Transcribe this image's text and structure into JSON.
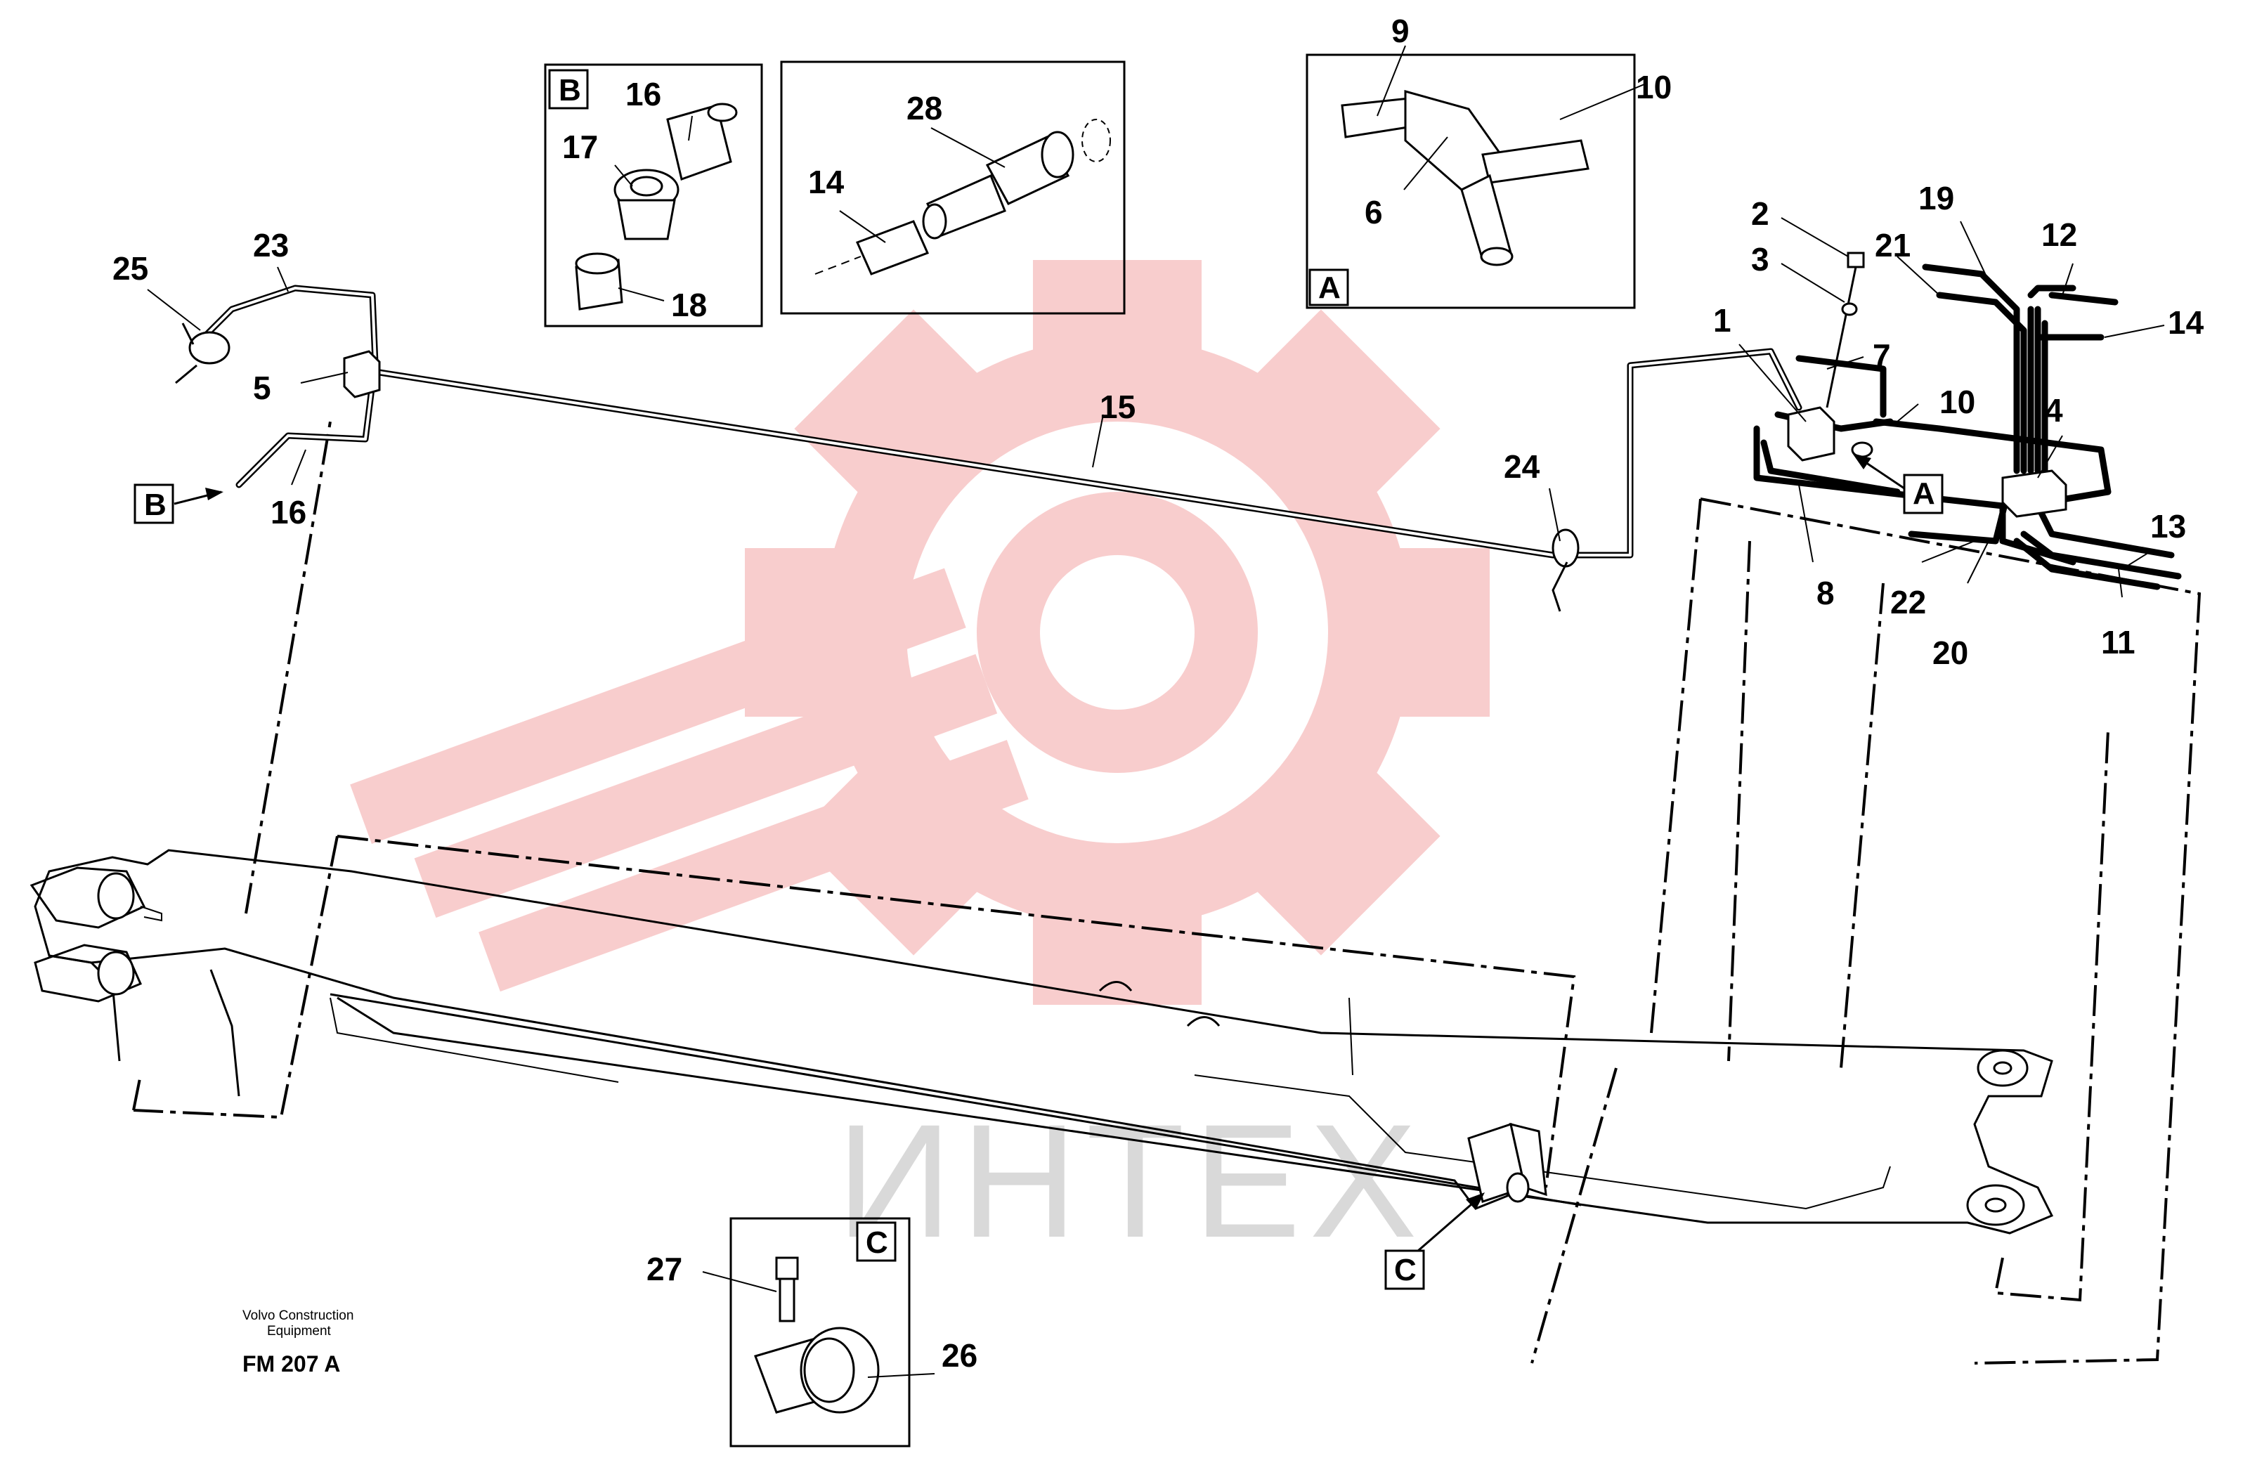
{
  "diagram": {
    "callouts": [
      {
        "id": "1",
        "text": "1"
      },
      {
        "id": "2",
        "text": "2"
      },
      {
        "id": "3",
        "text": "3"
      },
      {
        "id": "4",
        "text": "4"
      },
      {
        "id": "5",
        "text": "5"
      },
      {
        "id": "6",
        "text": "6"
      },
      {
        "id": "7",
        "text": "7"
      },
      {
        "id": "8",
        "text": "8"
      },
      {
        "id": "9",
        "text": "9"
      },
      {
        "id": "10a",
        "text": "10"
      },
      {
        "id": "10b",
        "text": "10"
      },
      {
        "id": "11",
        "text": "11"
      },
      {
        "id": "12",
        "text": "12"
      },
      {
        "id": "13",
        "text": "13"
      },
      {
        "id": "14a",
        "text": "14"
      },
      {
        "id": "14b",
        "text": "14"
      },
      {
        "id": "15",
        "text": "15"
      },
      {
        "id": "16a",
        "text": "16"
      },
      {
        "id": "16b",
        "text": "16"
      },
      {
        "id": "17",
        "text": "17"
      },
      {
        "id": "18",
        "text": "18"
      },
      {
        "id": "19",
        "text": "19"
      },
      {
        "id": "20",
        "text": "20"
      },
      {
        "id": "21",
        "text": "21"
      },
      {
        "id": "22",
        "text": "22"
      },
      {
        "id": "23",
        "text": "23"
      },
      {
        "id": "24",
        "text": "24"
      },
      {
        "id": "25",
        "text": "25"
      },
      {
        "id": "26",
        "text": "26"
      },
      {
        "id": "27",
        "text": "27"
      },
      {
        "id": "28",
        "text": "28"
      }
    ],
    "detail_views": {
      "A": "A",
      "B": "B",
      "C": "C"
    },
    "pointer_tags": {
      "A": "A",
      "B": "B",
      "C": "C"
    },
    "footer": {
      "company_line1": "Volvo Construction",
      "company_line2": "Equipment",
      "code": "FM 207 A"
    },
    "watermark": {
      "text": "ИНТЕХ",
      "logo_color": "#f4a6a6",
      "text_color": "#d9d9d9"
    }
  }
}
